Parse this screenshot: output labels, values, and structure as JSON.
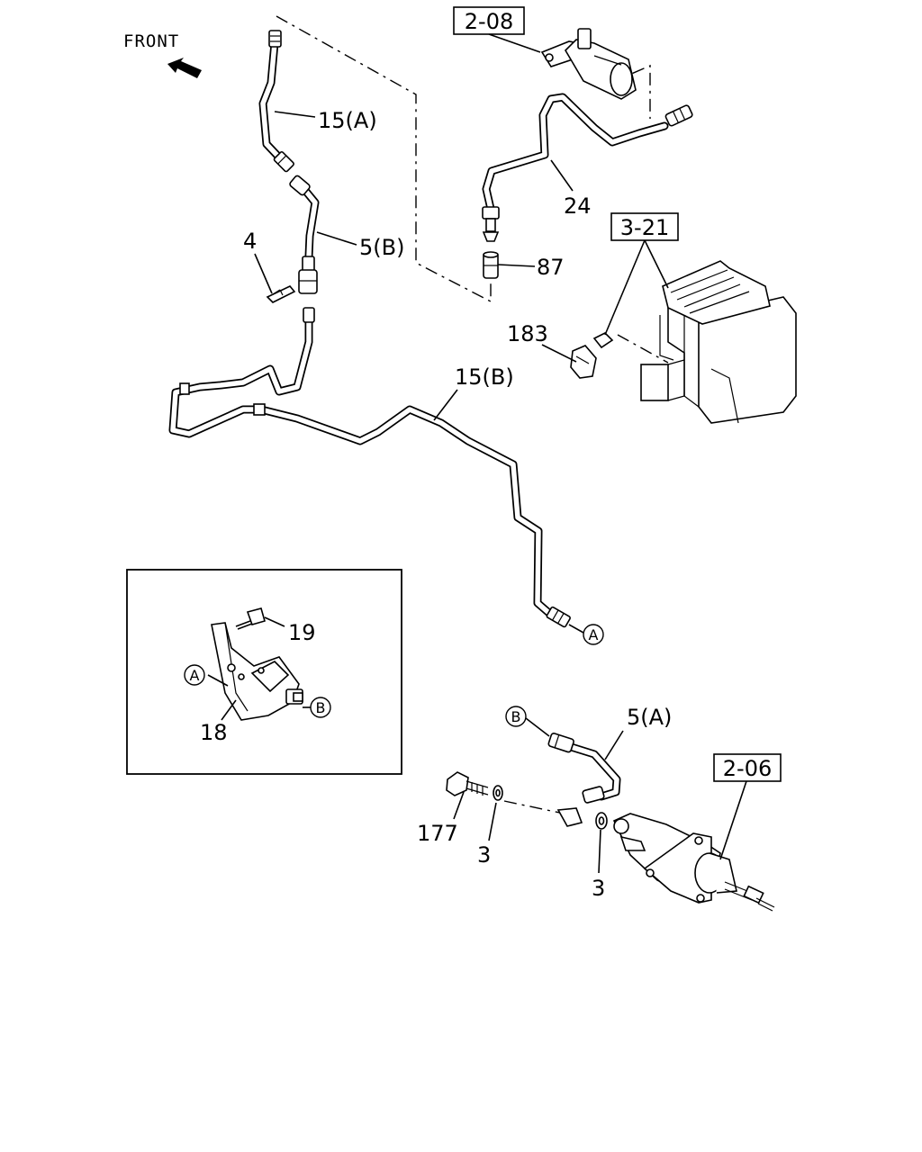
{
  "orientation_label": "FRONT",
  "ref_boxes": {
    "ref_208": "2-08",
    "ref_321": "3-21",
    "ref_206": "2-06"
  },
  "callouts": {
    "c15a": "15(A)",
    "c5b": "5(B)",
    "c4": "4",
    "c24": "24",
    "c87": "87",
    "c183": "183",
    "c15b": "15(B)",
    "c19": "19",
    "c18": "18",
    "c5a": "5(A)",
    "c177": "177",
    "c3_left": "3",
    "c3_right": "3"
  },
  "connectors": {
    "a_pipe": "A",
    "a_inset": "A",
    "b_inset": "B",
    "b_hose": "B"
  }
}
